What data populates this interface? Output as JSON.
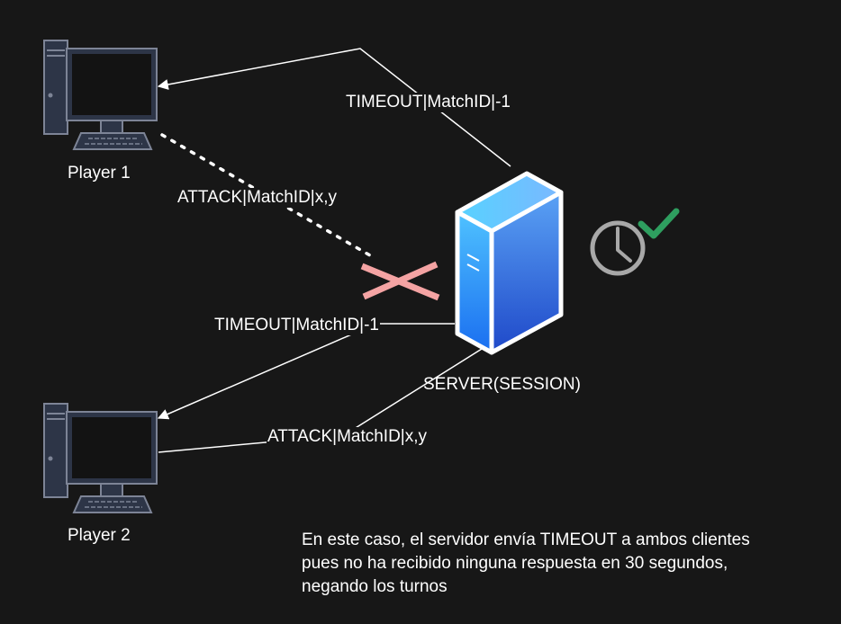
{
  "nodes": {
    "player1": {
      "label": "Player 1"
    },
    "player2": {
      "label": "Player 2"
    },
    "server": {
      "label": "SERVER(SESSION)"
    }
  },
  "edges": {
    "timeout_p1": {
      "label": "TIMEOUT|MatchID|-1"
    },
    "attack_p1": {
      "label": "ATTACK|MatchID|x,y"
    },
    "timeout_p2": {
      "label": "TIMEOUT|MatchID|-1"
    },
    "attack_p2": {
      "label": "ATTACK|MatchID|x,y"
    }
  },
  "icons": {
    "player1": "computer-icon",
    "player2": "computer-icon",
    "server": "server-icon",
    "clock": "clock-icon",
    "check": "checkmark-icon",
    "blocked": "cross-icon"
  },
  "colors": {
    "background": "#171717",
    "edge": "#ffffff",
    "cross": "#f4a3a3",
    "check": "#2e9e5f",
    "clock": "#a8a8a8"
  },
  "note": {
    "lines": [
      "En este caso, el servidor envía TIMEOUT a ambos clientes",
      "pues no ha recibido ninguna respuesta en 30 segundos,",
      "negando los turnos"
    ]
  }
}
